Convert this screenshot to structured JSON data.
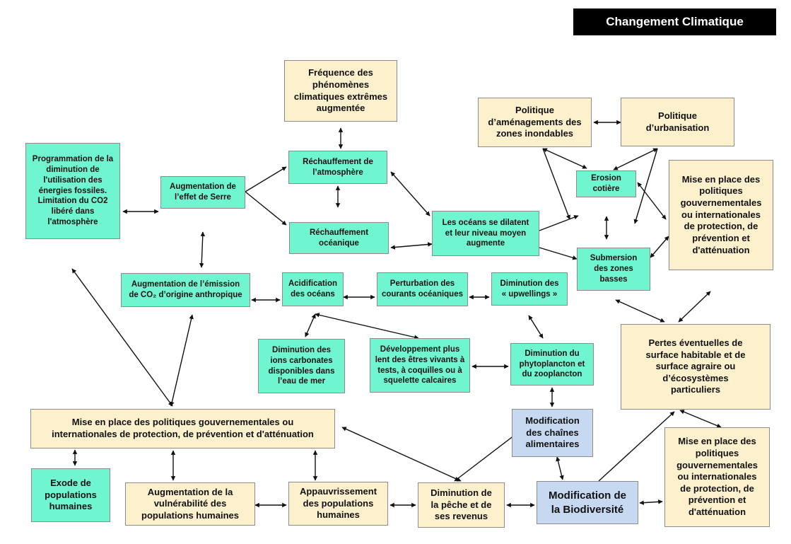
{
  "title": "Changement Climatique",
  "colors": {
    "cream": "#fdf0cd",
    "green": "#6ff5cf",
    "blue": "#c6d9f1",
    "arrow": "#111111",
    "title_bg": "#000000"
  },
  "nodes": {
    "frequence": "Fréquence des\nphénomènes\nclimatiques extrêmes\naugmentée",
    "politique_amenagements": "Politique\nd’aménagements des\nzones inondables",
    "politique_urbanisation": "Politique\nd’urbanisation",
    "programmation": "Programmation de la\ndiminution de\nl'utilisation des\nénergies  fossiles.\nLimitation du CO2\nlibéré dans\nl'atmosphère",
    "effet_serre": "Augmentation de\nl’effet de Serre",
    "rechauffement_atmosphere": "Réchauffement de\nl’atmosphère",
    "erosion": "Erosion\ncotière",
    "mise_en_place_right": "Mise en place des\npolitiques\ngouvernementales\nou internationales\nde protection, de\nprévention et\nd'atténuation",
    "rechauffement_oceanique": "Réchauffement\nocéanique",
    "oceans_dilatent": "Les océans se dilatent\net leur niveau moyen\naugmente",
    "submersion": "Submersion\ndes zones\nbasses",
    "emission_co2": "Augmentation de l’émission\nde CO₂ d’origine anthropique",
    "acidification": "Acidification\ndes océans",
    "perturbation_courants": "Perturbation des\ncourants océaniques",
    "diminution_upwellings": "Diminution des\n« upwellings »",
    "pertes_surface": "Pertes éventuelles de\nsurface habitable et de\nsurface agraire ou\nd’écosystèmes\nparticuliers",
    "ions_carbonates": "Diminution des\nions carbonates\ndisponibles dans\nl’eau de mer",
    "developpement_lent": "Développement plus\nlent des êtres vivants à\ntests, à coquilles ou à\nsquelette calcaires",
    "phytoplancton": "Diminution du\nphytoplancton et\ndu zooplancton",
    "mise_en_place_bottom": "Mise en place des politiques gouvernementales ou\ninternationales de protection, de prévention et  d'atténuation",
    "modification_chaines": "Modification\ndes chaînes\nalimentaires",
    "mise_en_place_bottom_right": "Mise en place des\npolitiques\ngouvernementales\nou internationales\nde protection, de\nprévention et\nd'atténuation",
    "exode": "Exode de\npopulations\nhumaines",
    "vulnerabilite": "Augmentation de la\nvulnérabilité des\npopulations humaines",
    "appauvrissement": "Appauvrissement\ndes populations\nhumaines",
    "diminution_peche": "Diminution de\nla pêche et de\nses revenus",
    "modification_biodiversite": "Modification de\nla Biodiversité"
  }
}
